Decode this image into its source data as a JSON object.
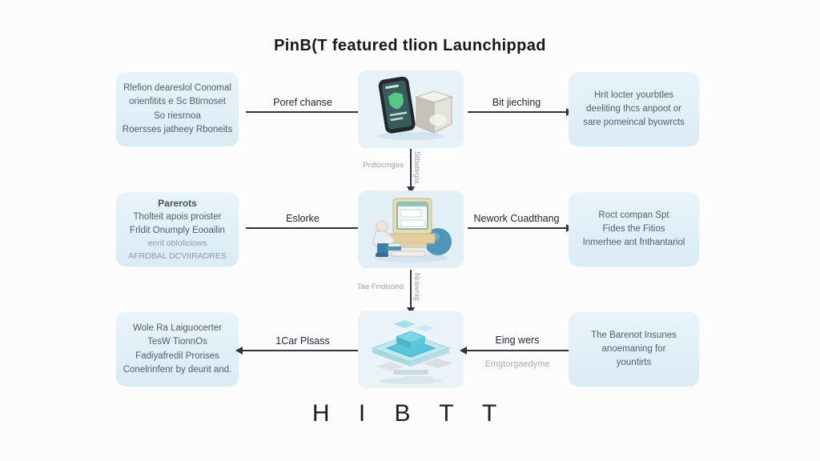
{
  "title": "PinB(T featured tlion Launchippad",
  "footer": "H I B T T",
  "colors": {
    "box_fill": "#e2eef7",
    "box_text": "#4f5e6b",
    "arrow": "#2f353b",
    "muted_label": "#98a3ab",
    "phone_shield_green": "#57c785",
    "circuit_teal": "#4fc3d9"
  },
  "rows": [
    {
      "left_box": {
        "lines": [
          "Rlefion deareslol Conomal",
          "orienfitits e Sc Btirnoset",
          "So riesrnoa",
          "Roersses jatheey Rboneits"
        ]
      },
      "left_arrow_label": "Poref chanse",
      "center_icon": "phone-security-cube",
      "right_arrow_label": "Bit jieching",
      "right_box": {
        "lines": [
          "Hrit locter yourbtles",
          "deeliting thcs anpoot or",
          "sare pomeincal byowrcts"
        ]
      }
    },
    {
      "left_box": {
        "lines": [
          "Parerots",
          "Tholteit apois proister",
          "Frldit Onumply Eooailin",
          "eerit obloliciows",
          "AFRDBAL DCVIIRADRES"
        ]
      },
      "left_arrow_label": "Eslorke",
      "center_icon": "person-computer-globe",
      "right_arrow_label": "Nework Cuadthang",
      "right_box": {
        "lines": [
          "Roct compan Spt",
          "Fides the Fitios",
          "Inmerhee ant fnthantariol"
        ]
      }
    },
    {
      "left_box": {
        "lines": [
          "Wole Ra Laiguocerter",
          "TesW TionnOs",
          "Fadiyafredil Prorises",
          "Conelrinfenr by deurit and."
        ]
      },
      "left_arrow_label": "1Car Plsass",
      "center_icon": "isometric-circuit-board",
      "right_arrow_label": "Eing wers",
      "right_arrow_sub_label": "Emgtorgaedyme",
      "right_box": {
        "lines": [
          "The Barenot Insunes",
          "anoemaning for",
          "yountirts"
        ]
      }
    }
  ],
  "connectors": [
    {
      "left_label": "Prdtocmges",
      "right_label": "Stbategia"
    },
    {
      "left_label": "Tae Frrdisond",
      "right_label": "Nrawnig"
    }
  ]
}
